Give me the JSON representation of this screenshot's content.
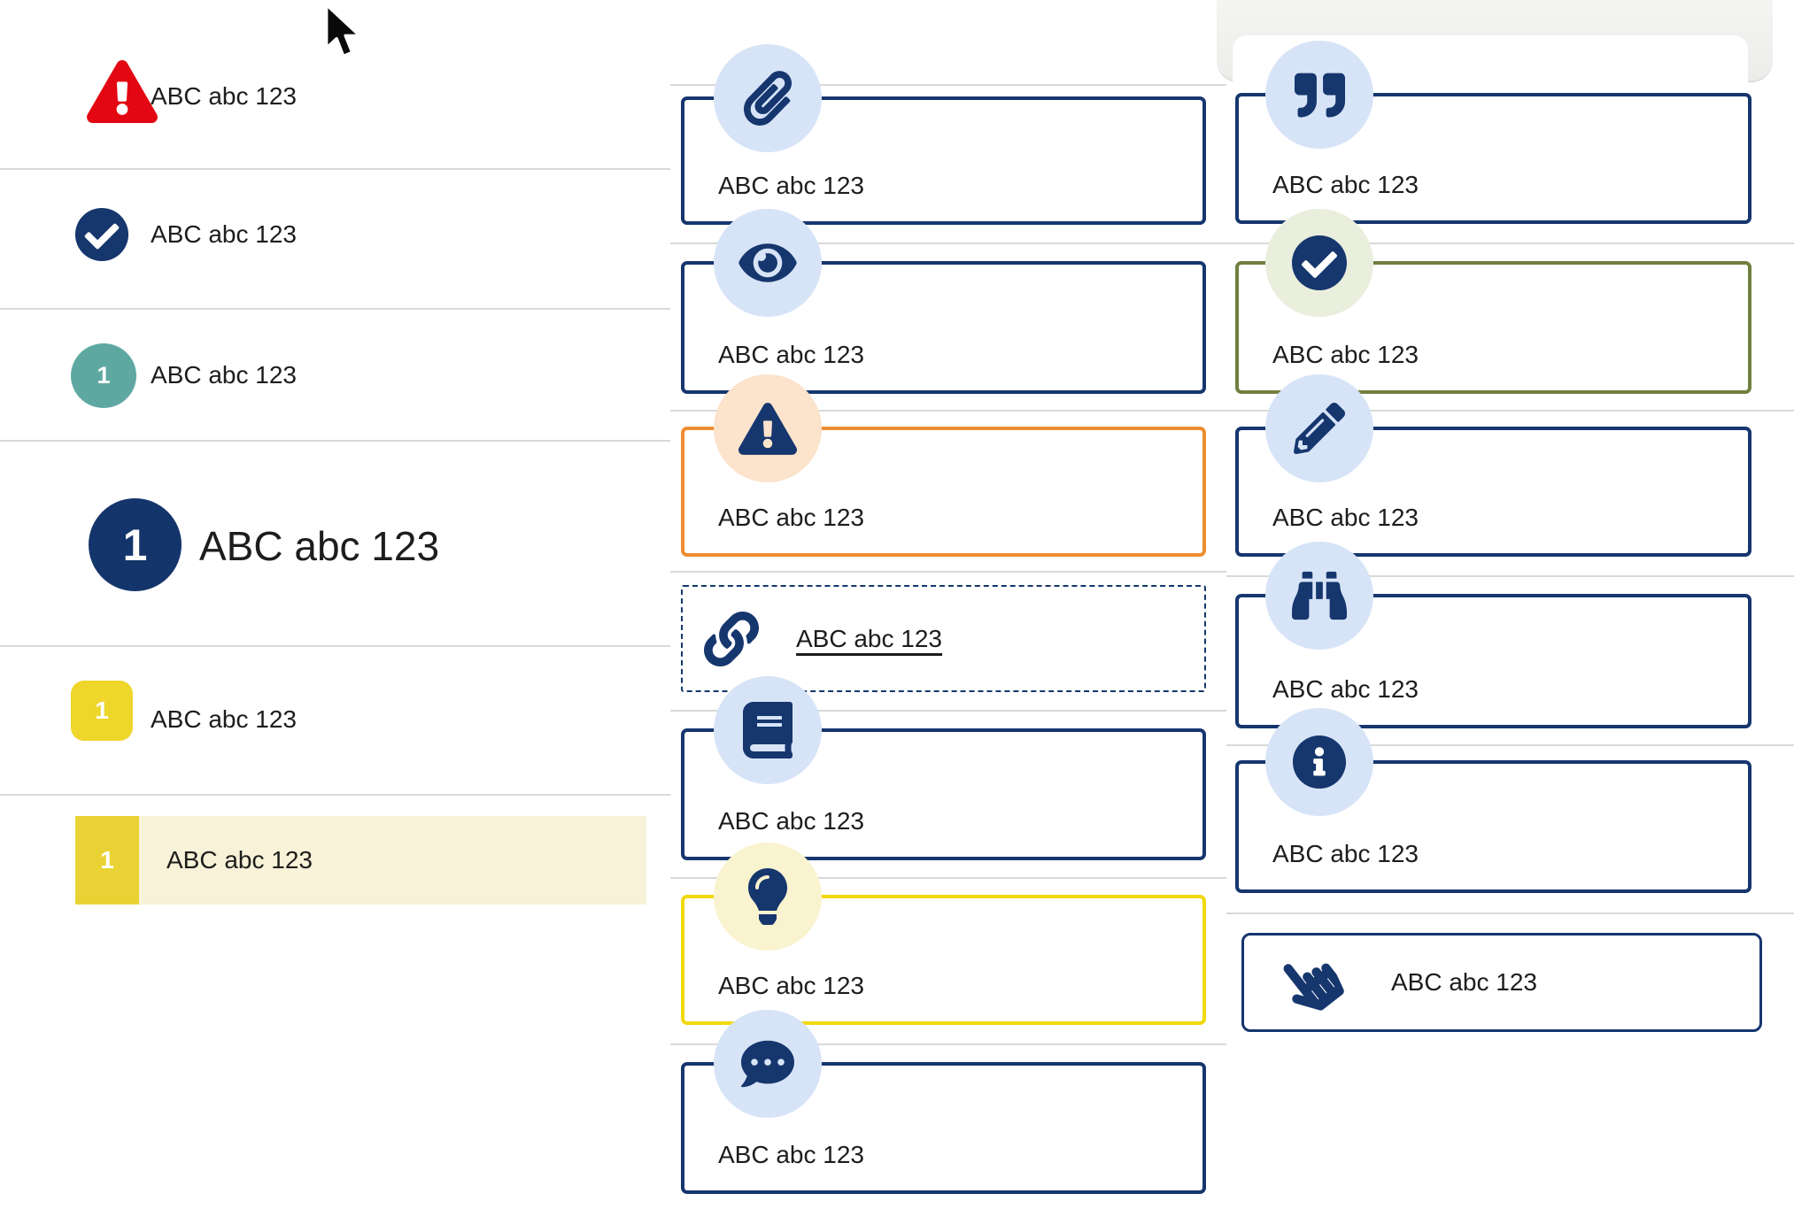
{
  "colors": {
    "navy": "#16366e",
    "red": "#e30613",
    "teal": "#5fa8a2",
    "yellow_badge": "#eed62b",
    "yellow_border": "#f2d90d",
    "orange": "#ee8d30",
    "olive": "#71803f",
    "light_blue_circle": "#d7e4f7",
    "light_orange_circle": "#fbe3cc",
    "light_green_circle": "#e9eedd",
    "light_yellow_circle": "#faf3cf",
    "highlight_row_bg": "#f7f2d8",
    "divider": "#d9d9d9",
    "text": "#1d1d1b"
  },
  "left_list": {
    "items": [
      {
        "icon": "warning-triangle-icon",
        "label": "ABC abc 123"
      },
      {
        "icon": "check-circle-icon",
        "label": "ABC abc 123"
      },
      {
        "icon": "number-circle-teal",
        "badge": "1",
        "label": "ABC abc 123"
      },
      {
        "icon": "number-circle-navy-large",
        "badge": "1",
        "label": "ABC abc 123"
      },
      {
        "icon": "number-square-yellow",
        "badge": "1",
        "label": "ABC abc 123"
      },
      {
        "icon": "number-bar-yellow",
        "badge": "1",
        "label": "ABC abc 123"
      }
    ]
  },
  "middle_column": {
    "cards": [
      {
        "icon": "paperclip-icon",
        "variant": "navy",
        "label": "ABC abc 123"
      },
      {
        "icon": "eye-icon",
        "variant": "navy",
        "label": "ABC abc 123"
      },
      {
        "icon": "warning-triangle-icon",
        "variant": "orange",
        "label": "ABC abc 123"
      },
      {
        "icon": "link-icon",
        "variant": "dashed-link",
        "label": "ABC abc 123"
      },
      {
        "icon": "book-icon",
        "variant": "navy",
        "label": "ABC abc 123"
      },
      {
        "icon": "lightbulb-icon",
        "variant": "yellow",
        "label": "ABC abc 123"
      },
      {
        "icon": "comment-dots-icon",
        "variant": "navy",
        "label": "ABC abc 123"
      }
    ]
  },
  "right_column": {
    "cards": [
      {
        "icon": "quote-right-icon",
        "variant": "navy",
        "label": "ABC abc 123"
      },
      {
        "icon": "check-circle-icon",
        "variant": "olive",
        "label": "ABC abc 123"
      },
      {
        "icon": "pencil-icon",
        "variant": "navy",
        "label": "ABC abc 123"
      },
      {
        "icon": "binoculars-icon",
        "variant": "navy",
        "label": "ABC abc 123"
      },
      {
        "icon": "info-circle-icon",
        "variant": "navy",
        "label": "ABC abc 123"
      },
      {
        "icon": "hand-pointer-icon",
        "variant": "navy-inline",
        "label": "ABC abc 123"
      }
    ]
  }
}
